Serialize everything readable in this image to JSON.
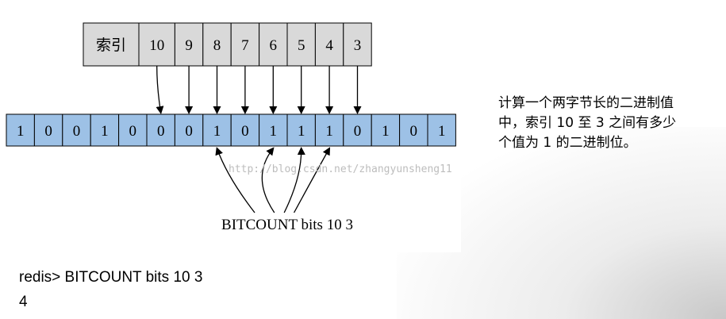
{
  "diagram": {
    "index_header_label": "索引",
    "index_labels": [
      "10",
      "9",
      "8",
      "7",
      "6",
      "5",
      "4",
      "3"
    ],
    "bits": [
      "1",
      "0",
      "0",
      "1",
      "0",
      "0",
      "0",
      "1",
      "0",
      "1",
      "1",
      "1",
      "0",
      "1",
      "0",
      "1"
    ],
    "command_label": "BITCOUNT bits 10 3",
    "watermark": "http://blog.csdn.net/zhangyunsheng11"
  },
  "side_text": {
    "description": "计算一个两字节长的二进制值\n中，索引 10 至 3 之间有多少\n个值为 1 的二进制位。"
  },
  "terminal": {
    "command": "redis> BITCOUNT bits 10 3",
    "result": "4"
  },
  "colors": {
    "index_fill": "#d9d9d9",
    "bit_fill": "#9dc1e6",
    "stroke": "#000000"
  }
}
